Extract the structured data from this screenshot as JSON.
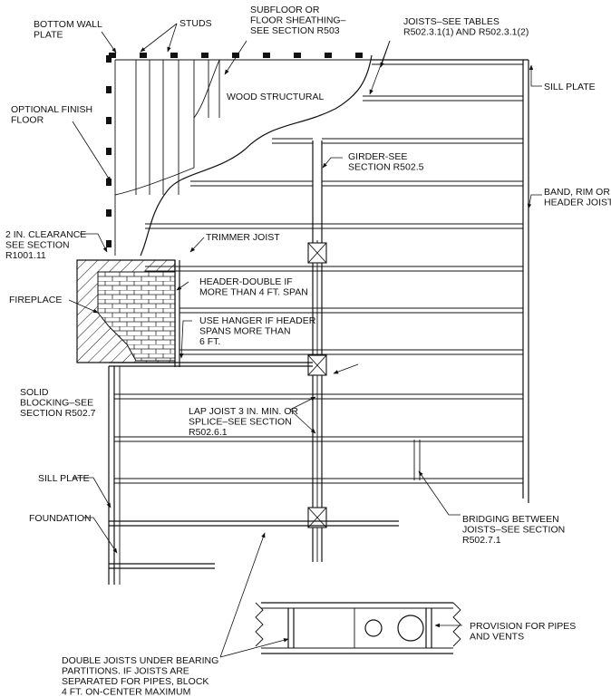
{
  "colors": {
    "ink": "#111111",
    "paper": "#ffffff"
  },
  "labels": {
    "bottom_wall_plate": [
      "BOTTOM WALL",
      "PLATE"
    ],
    "studs": [
      "STUDS"
    ],
    "subfloor": [
      "SUBFLOOR OR",
      "FLOOR SHEATHING–",
      "SEE SECTION R503"
    ],
    "joists_tables": [
      "JOISTS–SEE TABLES",
      "R502.3.1(1) AND R502.3.1(2)"
    ],
    "sill_plate_right": [
      "SILL PLATE"
    ],
    "optional_finish_floor": [
      "OPTIONAL FINISH",
      "FLOOR"
    ],
    "wood_structural": [
      "WOOD STRUCTURAL"
    ],
    "girder": [
      "GIRDER-SEE",
      "SECTION R502.5"
    ],
    "band_rim": [
      "BAND, RIM OR",
      "HEADER JOIST"
    ],
    "clearance": [
      "2 IN. CLEARANCE",
      "SEE SECTION",
      "R1001.11"
    ],
    "trimmer_joist": [
      "TRIMMER JOIST"
    ],
    "header_double": [
      "HEADER-DOUBLE IF",
      "MORE THAN 4 FT. SPAN"
    ],
    "fireplace": [
      "FIREPLACE"
    ],
    "use_hanger": [
      "USE HANGER IF HEADER",
      "SPANS MORE THAN",
      "6 FT."
    ],
    "solid_blocking": [
      "SOLID",
      "BLOCKING–SEE",
      "SECTION R502.7"
    ],
    "lap_joist": [
      "LAP JOIST 3 IN. MIN. OR",
      "SPLICE–SEE SECTION",
      "R502.6.1"
    ],
    "sill_plate_left": [
      "SILL PLATE"
    ],
    "foundation": [
      "FOUNDATION"
    ],
    "bridging": [
      "BRIDGING BETWEEN",
      "JOISTS–SEE SECTION",
      "R502.7.1"
    ],
    "provision": [
      "PROVISION FOR PIPES",
      "AND VENTS"
    ],
    "double_joists": [
      "DOUBLE JOISTS UNDER BEARING",
      "PARTITIONS. IF JOISTS ARE",
      "SEPARATED FOR PIPES, BLOCK",
      "4 FT. ON-CENTER MAXIMUM"
    ]
  }
}
